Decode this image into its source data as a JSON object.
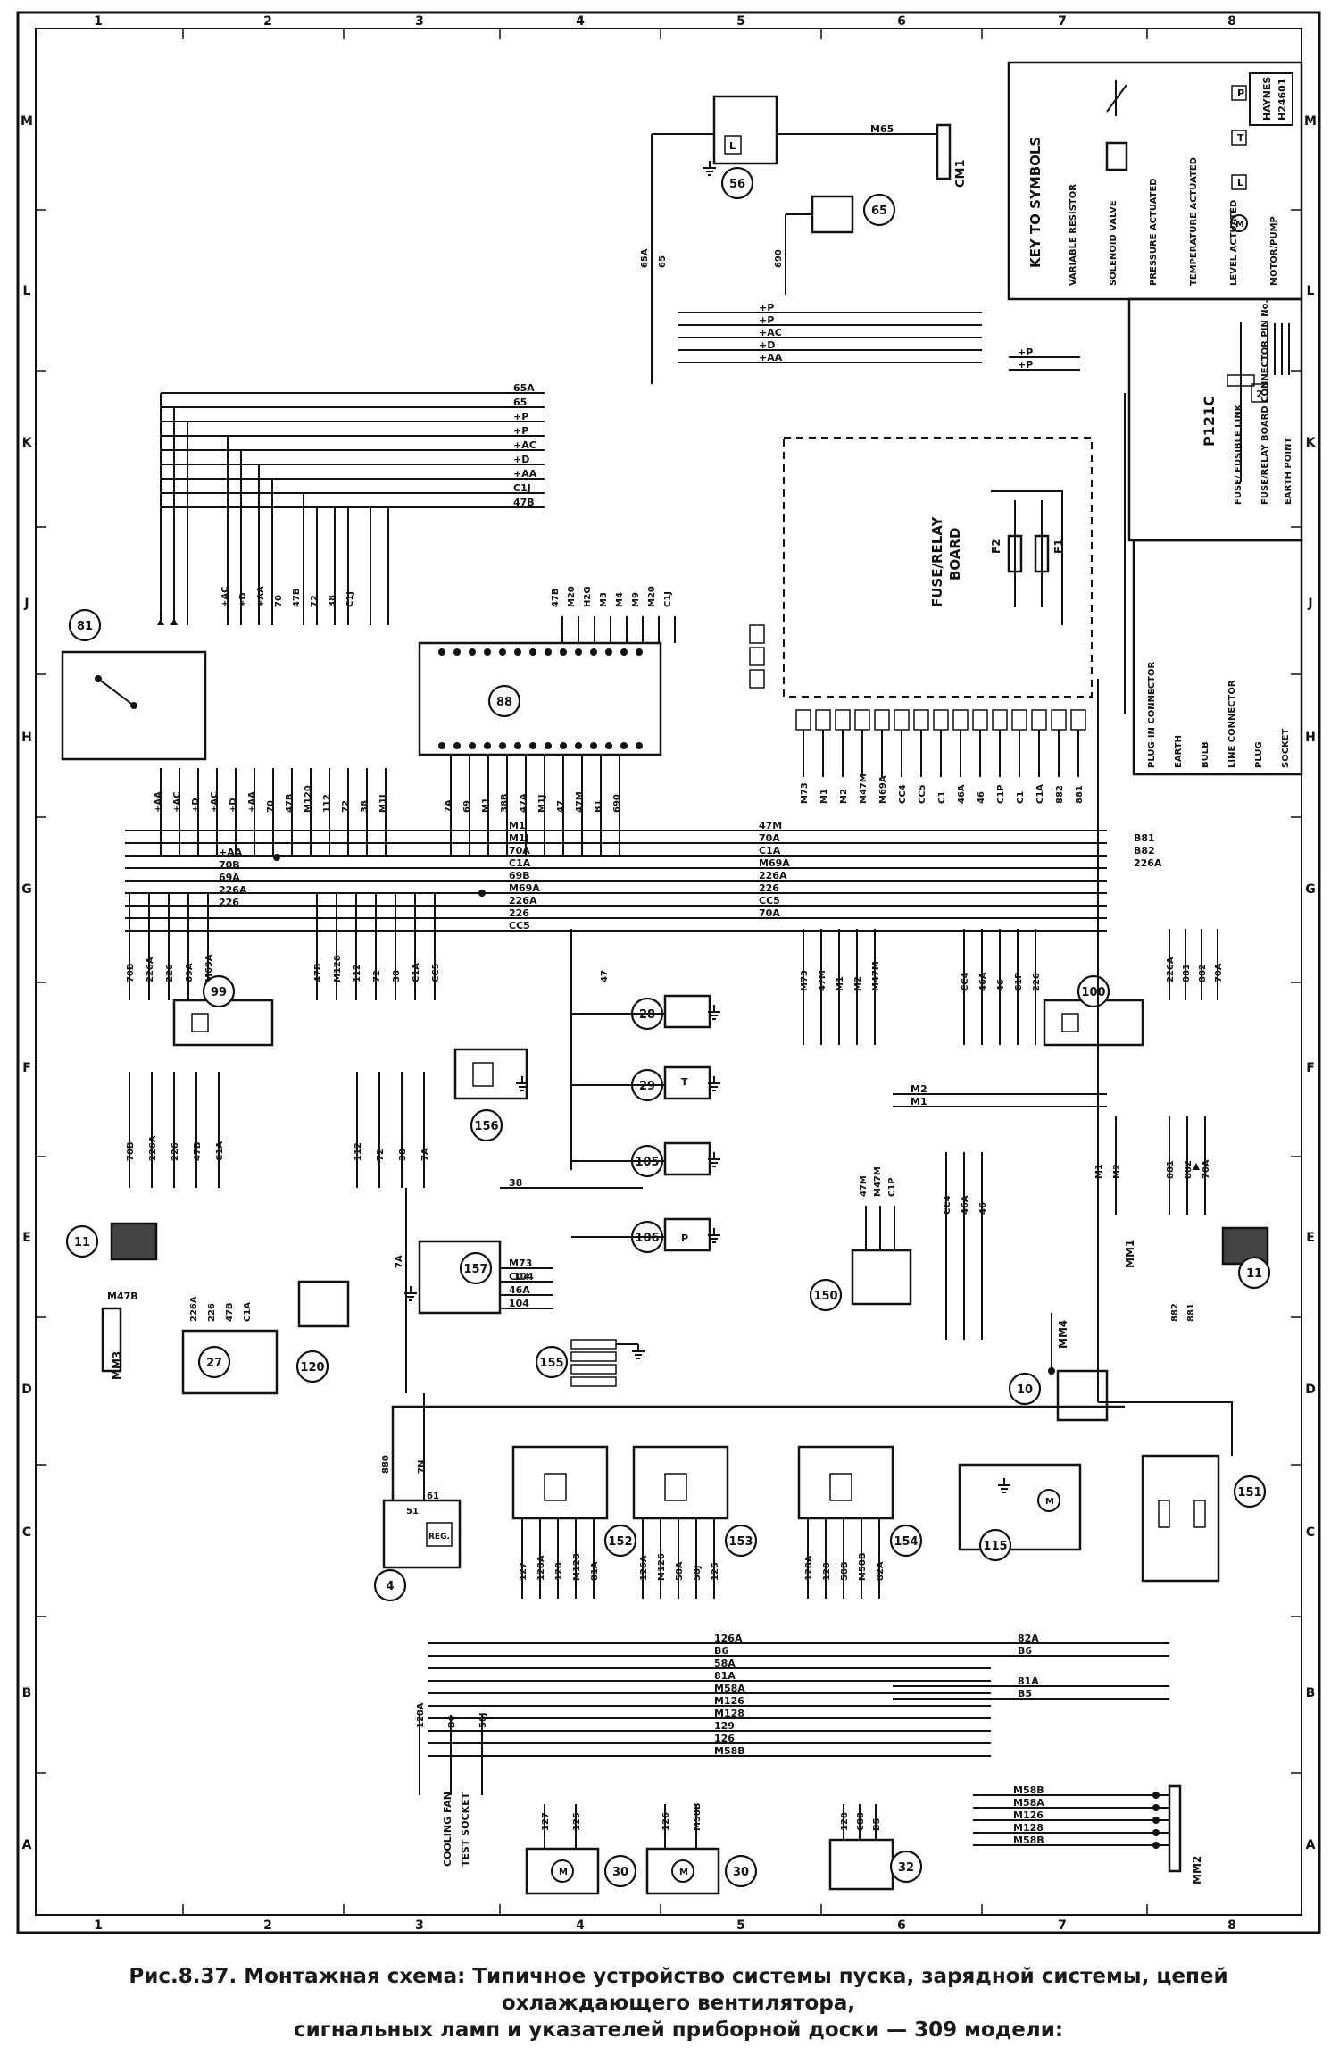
{
  "border": {
    "columns": [
      "1",
      "2",
      "3",
      "4",
      "5",
      "6",
      "7",
      "8"
    ],
    "rows": [
      "M",
      "L",
      "K",
      "J",
      "H",
      "G",
      "F",
      "E",
      "D",
      "C",
      "B",
      "A"
    ]
  },
  "key": {
    "title": "KEY TO SYMBOLS",
    "code": "H24601",
    "brand": "HAYNES",
    "items": [
      "VARIABLE RESISTOR",
      "SOLENOID VALVE",
      "PRESSURE ACTUATED",
      "TEMPERATURE ACTUATED",
      "LEVEL ACTUATED",
      "MOTOR/PUMP"
    ],
    "mid_items": [
      "FUSE/ FUSIBLE LINK",
      "FUSE/RELAY BOARD CONNECTOR PIN No.",
      "EARTH POINT"
    ],
    "mid_code": "P121C",
    "left_items": [
      "PLUG-IN CONNECTOR",
      "EARTH",
      "BULB",
      "LINE CONNECTOR",
      "PLUG",
      "SOCKET"
    ],
    "symbols": {
      "pressure": "P",
      "temperature": "T",
      "level": "L",
      "motor": "M",
      "connector_pin": "2"
    }
  },
  "fuse_board": {
    "label_1": "FUSE/RELAY",
    "label_2": "BOARD",
    "fuses": [
      "F2",
      "F1"
    ]
  },
  "components": [
    {
      "id": "81"
    },
    {
      "id": "88"
    },
    {
      "id": "99"
    },
    {
      "id": "100"
    },
    {
      "id": "11"
    },
    {
      "id": "11"
    },
    {
      "id": "27"
    },
    {
      "id": "120"
    },
    {
      "id": "157"
    },
    {
      "id": "155"
    },
    {
      "id": "156"
    },
    {
      "id": "28"
    },
    {
      "id": "29"
    },
    {
      "id": "105"
    },
    {
      "id": "106"
    },
    {
      "id": "150"
    },
    {
      "id": "56"
    },
    {
      "id": "65"
    },
    {
      "id": "10"
    },
    {
      "id": "115"
    },
    {
      "id": "151"
    },
    {
      "id": "152"
    },
    {
      "id": "153"
    },
    {
      "id": "154"
    },
    {
      "id": "4"
    },
    {
      "id": "30"
    },
    {
      "id": "30"
    },
    {
      "id": "32"
    }
  ],
  "connectors": [
    "CM1",
    "MM1",
    "MM2",
    "MM3",
    "MM4"
  ],
  "wires": {
    "top_bus": [
      "+P",
      "+P",
      "+AC",
      "+D",
      "+AA"
    ],
    "left_bus": [
      "65A",
      "65",
      "+P",
      "+P",
      "+AC",
      "+D",
      "+AA",
      "C1J",
      "47B"
    ],
    "mid_bus_left": [
      "+AA",
      "70B",
      "69A",
      "226A",
      "226"
    ],
    "mid_bus_right": [
      "47M",
      "70A",
      "C1A",
      "M69A",
      "226A",
      "226",
      "CC5",
      "70A",
      "B81",
      "B82",
      "226A"
    ],
    "mid_bus_left2": [
      "M1",
      "M1J",
      "70A",
      "C1A",
      "69B",
      "M69A",
      "226A",
      "226",
      "CC5"
    ],
    "relay_board_top": [
      "+P",
      "+P"
    ],
    "m65": "M65",
    "w690": "690",
    "w65a": "65A",
    "w65": "65",
    "w38": "38",
    "w104": "104",
    "w7a": "7A",
    "w47": "47",
    "w880": "880",
    "w7n": "7N",
    "lower_bus": [
      "126A",
      "B6",
      "58A",
      "81A",
      "M58A",
      "M126",
      "M128",
      "129",
      "126",
      "M58B"
    ],
    "lower_right": [
      "82A",
      "B6",
      "81A",
      "B5"
    ],
    "mm2_wires": [
      "M58B",
      "M58A",
      "M126",
      "M128",
      "M58B"
    ],
    "socket_wires": [
      "128A",
      "B6",
      "58J"
    ],
    "cooling_fan_label": [
      "COOLING FAN",
      "TEST SOCKET"
    ],
    "c152": [
      "127",
      "128A",
      "128",
      "M128",
      "81A"
    ],
    "c153": [
      "126A",
      "M126",
      "58A",
      "58J",
      "125"
    ],
    "c154": [
      "128A",
      "128",
      "58B",
      "M58B",
      "82A"
    ],
    "c30a": [
      "127",
      "125"
    ],
    "c32": [
      "128",
      "688",
      "B5"
    ],
    "c27": [
      "226A",
      "226",
      "47B",
      "C1A"
    ],
    "c27_top": "M47B",
    "c150": [
      "47M",
      "M47M",
      "C1P"
    ],
    "c157": [
      "M73",
      "CC4",
      "46A",
      "104"
    ],
    "c155_bottom": [
      "CC4",
      "46A"
    ],
    "c88_left": [
      "+AC",
      "+D",
      "+AA",
      "70",
      "47B",
      "72",
      "38",
      "C1J"
    ],
    "c88_right": [
      "47B",
      "M20",
      "H2G",
      "M3",
      "M4",
      "M9",
      "M20",
      "C1J"
    ],
    "c88_bottom": [
      "7A",
      "69",
      "M1",
      "38B",
      "47A",
      "M1J",
      "47",
      "47M",
      "B1",
      "690"
    ],
    "c81_bottom": [
      "+AA",
      "+AC",
      "+D",
      "+AC",
      "+D",
      "+AA",
      "70",
      "47B",
      "M120",
      "112",
      "72",
      "38",
      "M1J"
    ],
    "relay_pins_bottom": [
      "M73",
      "M1",
      "M2",
      "M47M",
      "M69A",
      "CC4",
      "CC5",
      "C1",
      "46A",
      "46",
      "C1P",
      "C1",
      "C1A",
      "882",
      "881"
    ],
    "col_mid_vertical": [
      "M73",
      "47M",
      "M1",
      "M2",
      "M47M",
      "CC4",
      "46A",
      "46",
      "C1P",
      "226"
    ],
    "col_left_vertical": [
      "70B",
      "226A",
      "226",
      "69A",
      "M69A",
      "47B",
      "M120",
      "112",
      "72",
      "38",
      "C1A",
      "CC5"
    ],
    "col_lower_left": [
      "70B",
      "226A",
      "226",
      "47B",
      "C1A",
      "112",
      "72",
      "38",
      "7A"
    ],
    "col_right_vertical": [
      "226A",
      "881",
      "882",
      "70A"
    ],
    "col_right_lower": [
      "M1",
      "M2",
      "881",
      "882",
      "70A"
    ],
    "col_right_mm1": [
      "882",
      "881"
    ],
    "col_46": [
      "CC4",
      "46A",
      "46"
    ],
    "m_lines": [
      "M2",
      "M1"
    ],
    "reg_label": "REG.",
    "alt_pins": [
      "51",
      "61"
    ]
  },
  "caption": {
    "line1": "Рис.8.37. Монтажная схема: Типичное устройство системы пуска, зарядной системы, цепей охлаждающего вентилятора,",
    "line2": "сигнальных ламп и указателей приборной доски — 309 модели:"
  }
}
